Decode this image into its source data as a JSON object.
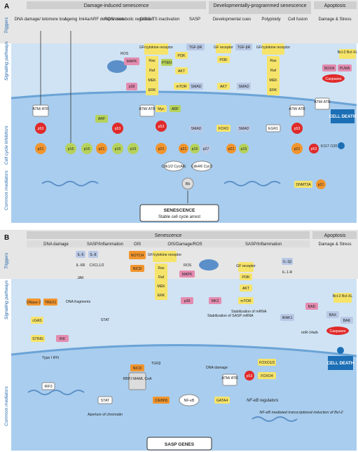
{
  "panelA": {
    "label": "A",
    "headers": {
      "damage": "Damage-induced senescence",
      "developmental": "Developmentally-programmed senescence",
      "apoptosis": "Apoptosis"
    },
    "side": {
      "triggers": "Triggers",
      "signaling": "Signaling pathways",
      "cellcycle": "Cell cycle inhibitors",
      "common": "Common mediators"
    },
    "triggers": [
      "DNA damage/ telomere loss",
      "Ageing",
      "Ink4a/ARF derepression",
      "ROS/ metabolic regulation",
      "OIS & TS inactivation",
      "SASP",
      "Developmental cues",
      "Polyploidy",
      "Cell fusion",
      "Damage & Stress"
    ],
    "nodes": {
      "atm": "ATM/ ATR",
      "p53": "p53",
      "p21": "p21",
      "p16": "p16",
      "arf": "ARF",
      "ros": "ROS",
      "mapk": "MAPK",
      "p38": "p38",
      "gf": "GF/cytokine receptor",
      "ras": "Ras",
      "raf": "Raf",
      "mek": "MEK",
      "erk": "ERK",
      "pten": "PTEN",
      "pi3k": "PI3K",
      "akt": "AKT",
      "mtor": "mTOR",
      "myc": "Myc",
      "tgf": "TGF-βR",
      "smad": "SMAD",
      "p15": "p15",
      "p27": "p27",
      "gf2": "GF receptor",
      "foxo": "FOXO",
      "egr1": "EGR1",
      "bcl2": "Bcl-2 Bcl-XL",
      "noxa": "NOXA",
      "puma": "PUMA",
      "casp": "Caspases",
      "death": "CELL DEATH",
      "cdk12": "Cdk1/2 CycA/E",
      "cdk46": "Cdk4/6 CycD",
      "rb": "Rb",
      "dnmt": "DNMT3A",
      "sen": "SENESCENCE",
      "sen2": "Stable cell cycle arrest",
      "k117": "K117 /120"
    }
  },
  "panelB": {
    "label": "B",
    "headers": {
      "senescence": "Senescence",
      "apoptosis": "Apoptosis"
    },
    "subs": [
      "DNA damage",
      "SASP/Inflammation",
      "OIS",
      "OIS/Damage/ROS",
      "SASP/Inflammation",
      "Damage & Stress"
    ],
    "side": {
      "triggers": "Triggers",
      "signaling": "Signaling pathways",
      "common": "Common mediators"
    },
    "nodes": {
      "dnase": "DNase 2",
      "trex": "TREX1",
      "frag": "DNA fragments",
      "cgas": "cGAS",
      "sting": "STING",
      "ikk": "IKK",
      "il6": "IL-6",
      "il8": "IL-8",
      "il6r": "IL-6R",
      "il8r": "CXCL1/2",
      "jak": "JAK",
      "stat": "STAT",
      "notch": "NOTCH",
      "micd": "NICD",
      "nicd": "NICD",
      "rbpj": "RBPJ MAML CoA",
      "tgfb": "TGFβ",
      "gf": "GF/cytokine receptor",
      "ras": "Ras",
      "raf": "Raf",
      "mek": "MEK",
      "erk": "ERK",
      "ros": "ROS",
      "mapk": "MAPK",
      "p38": "p38",
      "mk2": "MK2",
      "stab": "Stabilization of SASP mRNA",
      "gfr": "GF receptor",
      "pi3k": "PI3K",
      "akt": "AKT",
      "mtor": "mTOR",
      "stab2": "Stabilization of mRNA",
      "il1": "IL-1β",
      "il1r": "IL-1-R",
      "irak": "IRAK1",
      "mir": "miR-14a/b",
      "bad": "BAD",
      "bcl2": "Bcl-2 Bcl-XL",
      "bax": "BAX",
      "bak": "BAK",
      "casp": "Caspases",
      "death": "CELL DEATH",
      "ifn": "Type I IFN",
      "irf3": "IRF3",
      "stat2": "STAT",
      "aperture": "Aperture of chromatin",
      "cebpb": "C/EBPβ",
      "nfkb": "NF-κB",
      "gata4": "GATA4",
      "dnadmg": "DNA damage",
      "atm": "ATM/ ATR",
      "p53": "p53",
      "foxo13": "FOXO1/3",
      "foxo4": "FOXO4",
      "nfreg": "NF-κB regulators",
      "nfmed": "NF-κB mediated transcriptional induction of Bcl-2",
      "sasp": "SASP GENES"
    }
  },
  "colors": {
    "band": "#e6e6e6",
    "header": "#cfcfcf",
    "yellow": "#f6e46a",
    "blue": "#1c6fb5",
    "red": "#e02a2a",
    "orange": "#f2952c",
    "green": "#b6d25a",
    "pink": "#e48cb0",
    "lavender": "#b9c9e6",
    "cell": "#cfe3f4",
    "nucleus": "#a9cdee"
  }
}
